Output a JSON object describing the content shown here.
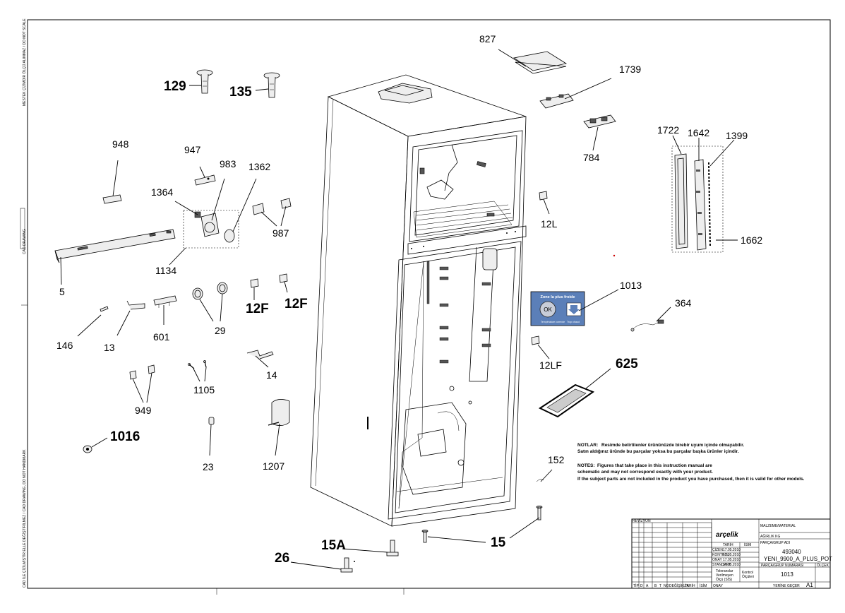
{
  "side_texts": {
    "top": "MESTEK ÇİZİMDİR ÖLÇÜ ALINMAZ / DO NOT SCALE",
    "middle": "CAD DRAWING",
    "bottom": "CAD İLE ÇİZİLMİŞTİR ELLE DEĞİŞTİRİLMEZ / CAD DRAWING, DO NOT HANDMARK"
  },
  "callouts": {
    "c827": "827",
    "c1739": "1739",
    "c784": "784",
    "c129": "129",
    "c135": "135",
    "c948": "948",
    "c947": "947",
    "c983": "983",
    "c1362": "1362",
    "c1364": "1364",
    "c987": "987",
    "c1134": "1134",
    "c5": "5",
    "c12L": "12L",
    "c1722": "1722",
    "c1642": "1642",
    "c1399": "1399",
    "c1662": "1662",
    "c1013": "1013",
    "c146": "146",
    "c13": "13",
    "c601": "601",
    "c29": "29",
    "c12F_a": "12F",
    "c12F_b": "12F",
    "c364": "364",
    "c12LF": "12LF",
    "c625": "625",
    "c14": "14",
    "c1105": "1105",
    "c949": "949",
    "c1016": "1016",
    "c23": "23",
    "c1207": "1207",
    "c152": "152",
    "c15": "15",
    "c15A": "15A",
    "c26": "26"
  },
  "label_panel": {
    "title": "Zone la plus froide",
    "ok": "OK",
    "left_caption": "Température correcte",
    "right_caption": "Trop chaud"
  },
  "notes": {
    "tr_title": "NOTLAR:",
    "tr_line1": "Resimde belirtilenler ürününüzde birebir uyum içinde olmayabilir.",
    "tr_line2": "Satın aldığınız üründe bu parçalar yoksa bu parçalar başka ürünler içindir.",
    "en_title": "NOTES:",
    "en_line1": "Figures that take place in this instruction manual are",
    "en_line2": "schematic and may not correspond exactly with your product.",
    "en_line3": "If the subject parts are not included in the product you have purchased, then it is valid for other models."
  },
  "title_block": {
    "brand": "arçelik",
    "malzeme_label": "MALZEME/MATERIAL",
    "agirlik_label": "AĞIRLIK KG",
    "parca_label": "PARÇA/GRUP ADI",
    "part_no": "493040",
    "model_name": "YENI_9900_A_PLUS_POT",
    "parca_no_label": "PARÇA/GRUP NUMARASI",
    "parca_no": "1013",
    "sicak_label": "ÖLÇEK",
    "yer_label": "YERİNE GEÇER",
    "sheet_size": "A1",
    "tolerance_1": "Toleranslar",
    "tolerance_2": "Verilmeyen",
    "tolerance_3": "Ölçü (SİS)",
    "control_1": "Kontrol",
    "control_2": "Ölçüleri",
    "rev_header": "REVİZYON",
    "col_tarih": "TARİH",
    "col_isim": "İSİM",
    "row_cizen": "ÇİZEN",
    "row_kontrol": "KONTROL",
    "row_onay": "ONAY",
    "row_s": "STANDART",
    "d1": "17.05.2010",
    "d2": "17.05.2010",
    "d3": "17.05.2010",
    "d4": "17.05.2010",
    "bottom_cols": [
      "TİP",
      "D",
      "A",
      "B",
      "T",
      "NO",
      "DEĞİŞİKLİK",
      "TARİH",
      "İSİM",
      "ONAY"
    ]
  }
}
